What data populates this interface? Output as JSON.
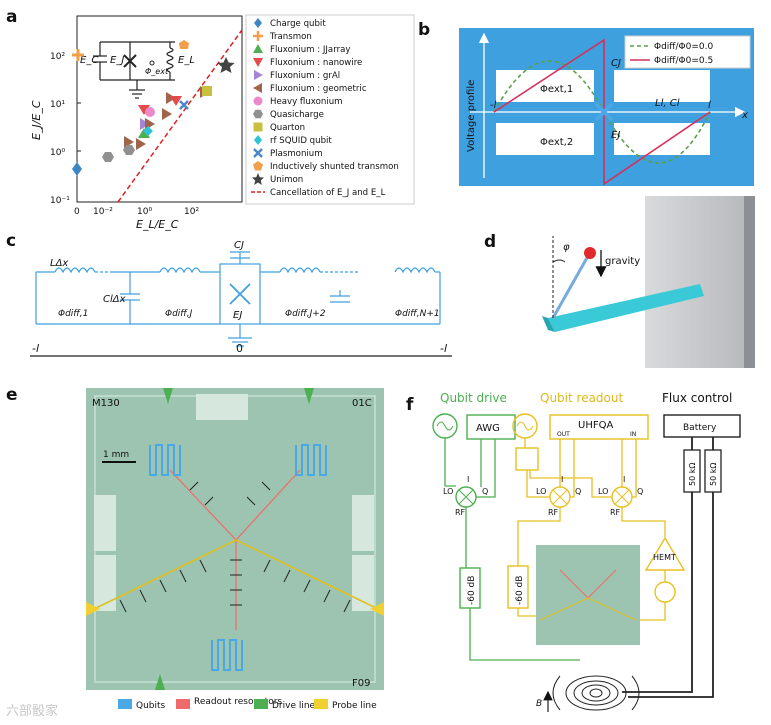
{
  "panels": {
    "a": {
      "label": "a",
      "ylabel": "E_J/E_C",
      "xlabel": "E_L/E_C",
      "yticks": [
        "10²",
        "10¹",
        "10⁰",
        "10⁻¹"
      ],
      "xticks": [
        "0",
        "10⁻²",
        "10⁰",
        "10²"
      ],
      "inset": {
        "ec": "E_C",
        "ej": "E_J",
        "el": "E_L",
        "phi": "Φ_ext"
      },
      "legend": [
        {
          "label": "Charge qubit",
          "color": "#3f85c2",
          "marker": "diamond"
        },
        {
          "label": "Transmon",
          "color": "#f0a04b",
          "marker": "plus"
        },
        {
          "label": "Fluxonium : JJarray",
          "color": "#4caf50",
          "marker": "triangle-up"
        },
        {
          "label": "Fluxonium : nanowire",
          "color": "#e34a4a",
          "marker": "triangle-down"
        },
        {
          "label": "Fluxonium : grAl",
          "color": "#a785d6",
          "marker": "triangle-right"
        },
        {
          "label": "Fluxonium : geometric",
          "color": "#a0644b",
          "marker": "triangle-left"
        },
        {
          "label": "Heavy fluxonium",
          "color": "#ee88cc",
          "marker": "circle"
        },
        {
          "label": "Quasicharge",
          "color": "#909090",
          "marker": "hexagon"
        },
        {
          "label": "Quarton",
          "color": "#c8c040",
          "marker": "square"
        },
        {
          "label": "rf SQUID qubit",
          "color": "#2ec4d6",
          "marker": "diamond"
        },
        {
          "label": "Plasmonium",
          "color": "#4a86c8",
          "marker": "x"
        },
        {
          "label": "Inductively shunted transmon",
          "color": "#f0a04b",
          "marker": "pentagon"
        },
        {
          "label": "Unimon",
          "color": "#444444",
          "marker": "star"
        },
        {
          "label": "Cancellation of E_J and E_L",
          "color": "#e02020",
          "marker": "dashed-line"
        }
      ]
    },
    "b": {
      "label": "b",
      "ylabel": "Voltage profile",
      "legend": [
        "Φdiff/Φ0=0.0",
        "Φdiff/Φ0=0.5"
      ],
      "phi1": "Φext,1",
      "phi2": "Φext,2",
      "cj": "CJ",
      "ej": "EJ",
      "lc": "Ll, Cl",
      "xleft": "-l",
      "xright": "l",
      "xaxis": "x"
    },
    "c": {
      "label": "c",
      "ldx": "LΔx",
      "cdx": "ClΔx",
      "cj": "CJ",
      "ej": "EJ",
      "phi1": "Φdiff,1",
      "phij": "Φdiff,J",
      "phij2": "Φdiff,J+2",
      "phin": "Φdiff,N+1",
      "xleft": "-l",
      "xmid": "0",
      "xright": "-l"
    },
    "d": {
      "label": "d",
      "phi": "φ",
      "gravity": "gravity"
    },
    "e": {
      "label": "e",
      "scale": "1 mm",
      "corners": [
        "M130",
        "01C",
        "F09"
      ],
      "legend": [
        {
          "label": "Qubits",
          "color": "#4aa8e6"
        },
        {
          "label": "Readout resonators",
          "color": "#ef6a6a"
        },
        {
          "label": "Drive lines",
          "color": "#4caf50"
        },
        {
          "label": "Probe line",
          "color": "#f0d030"
        }
      ]
    },
    "f": {
      "label": "f",
      "drive_title": "Qubit drive",
      "readout_title": "Qubit readout",
      "flux_title": "Flux control",
      "awg": "AWG",
      "uhfqa": "UHFQA",
      "out": "OUT",
      "in": "IN",
      "battery": "Battery",
      "res": "50 kΩ",
      "att": "-60 dB",
      "hemt": "HEMT",
      "lo": "LO",
      "rf": "RF",
      "i": "I",
      "q": "Q",
      "b": "B"
    }
  },
  "watermark": "六部骰家",
  "colors": {
    "drive": "#4caf50",
    "readout": "#e8c020",
    "flux": "#222222",
    "panel_b_bg": "#3fa0e0"
  }
}
